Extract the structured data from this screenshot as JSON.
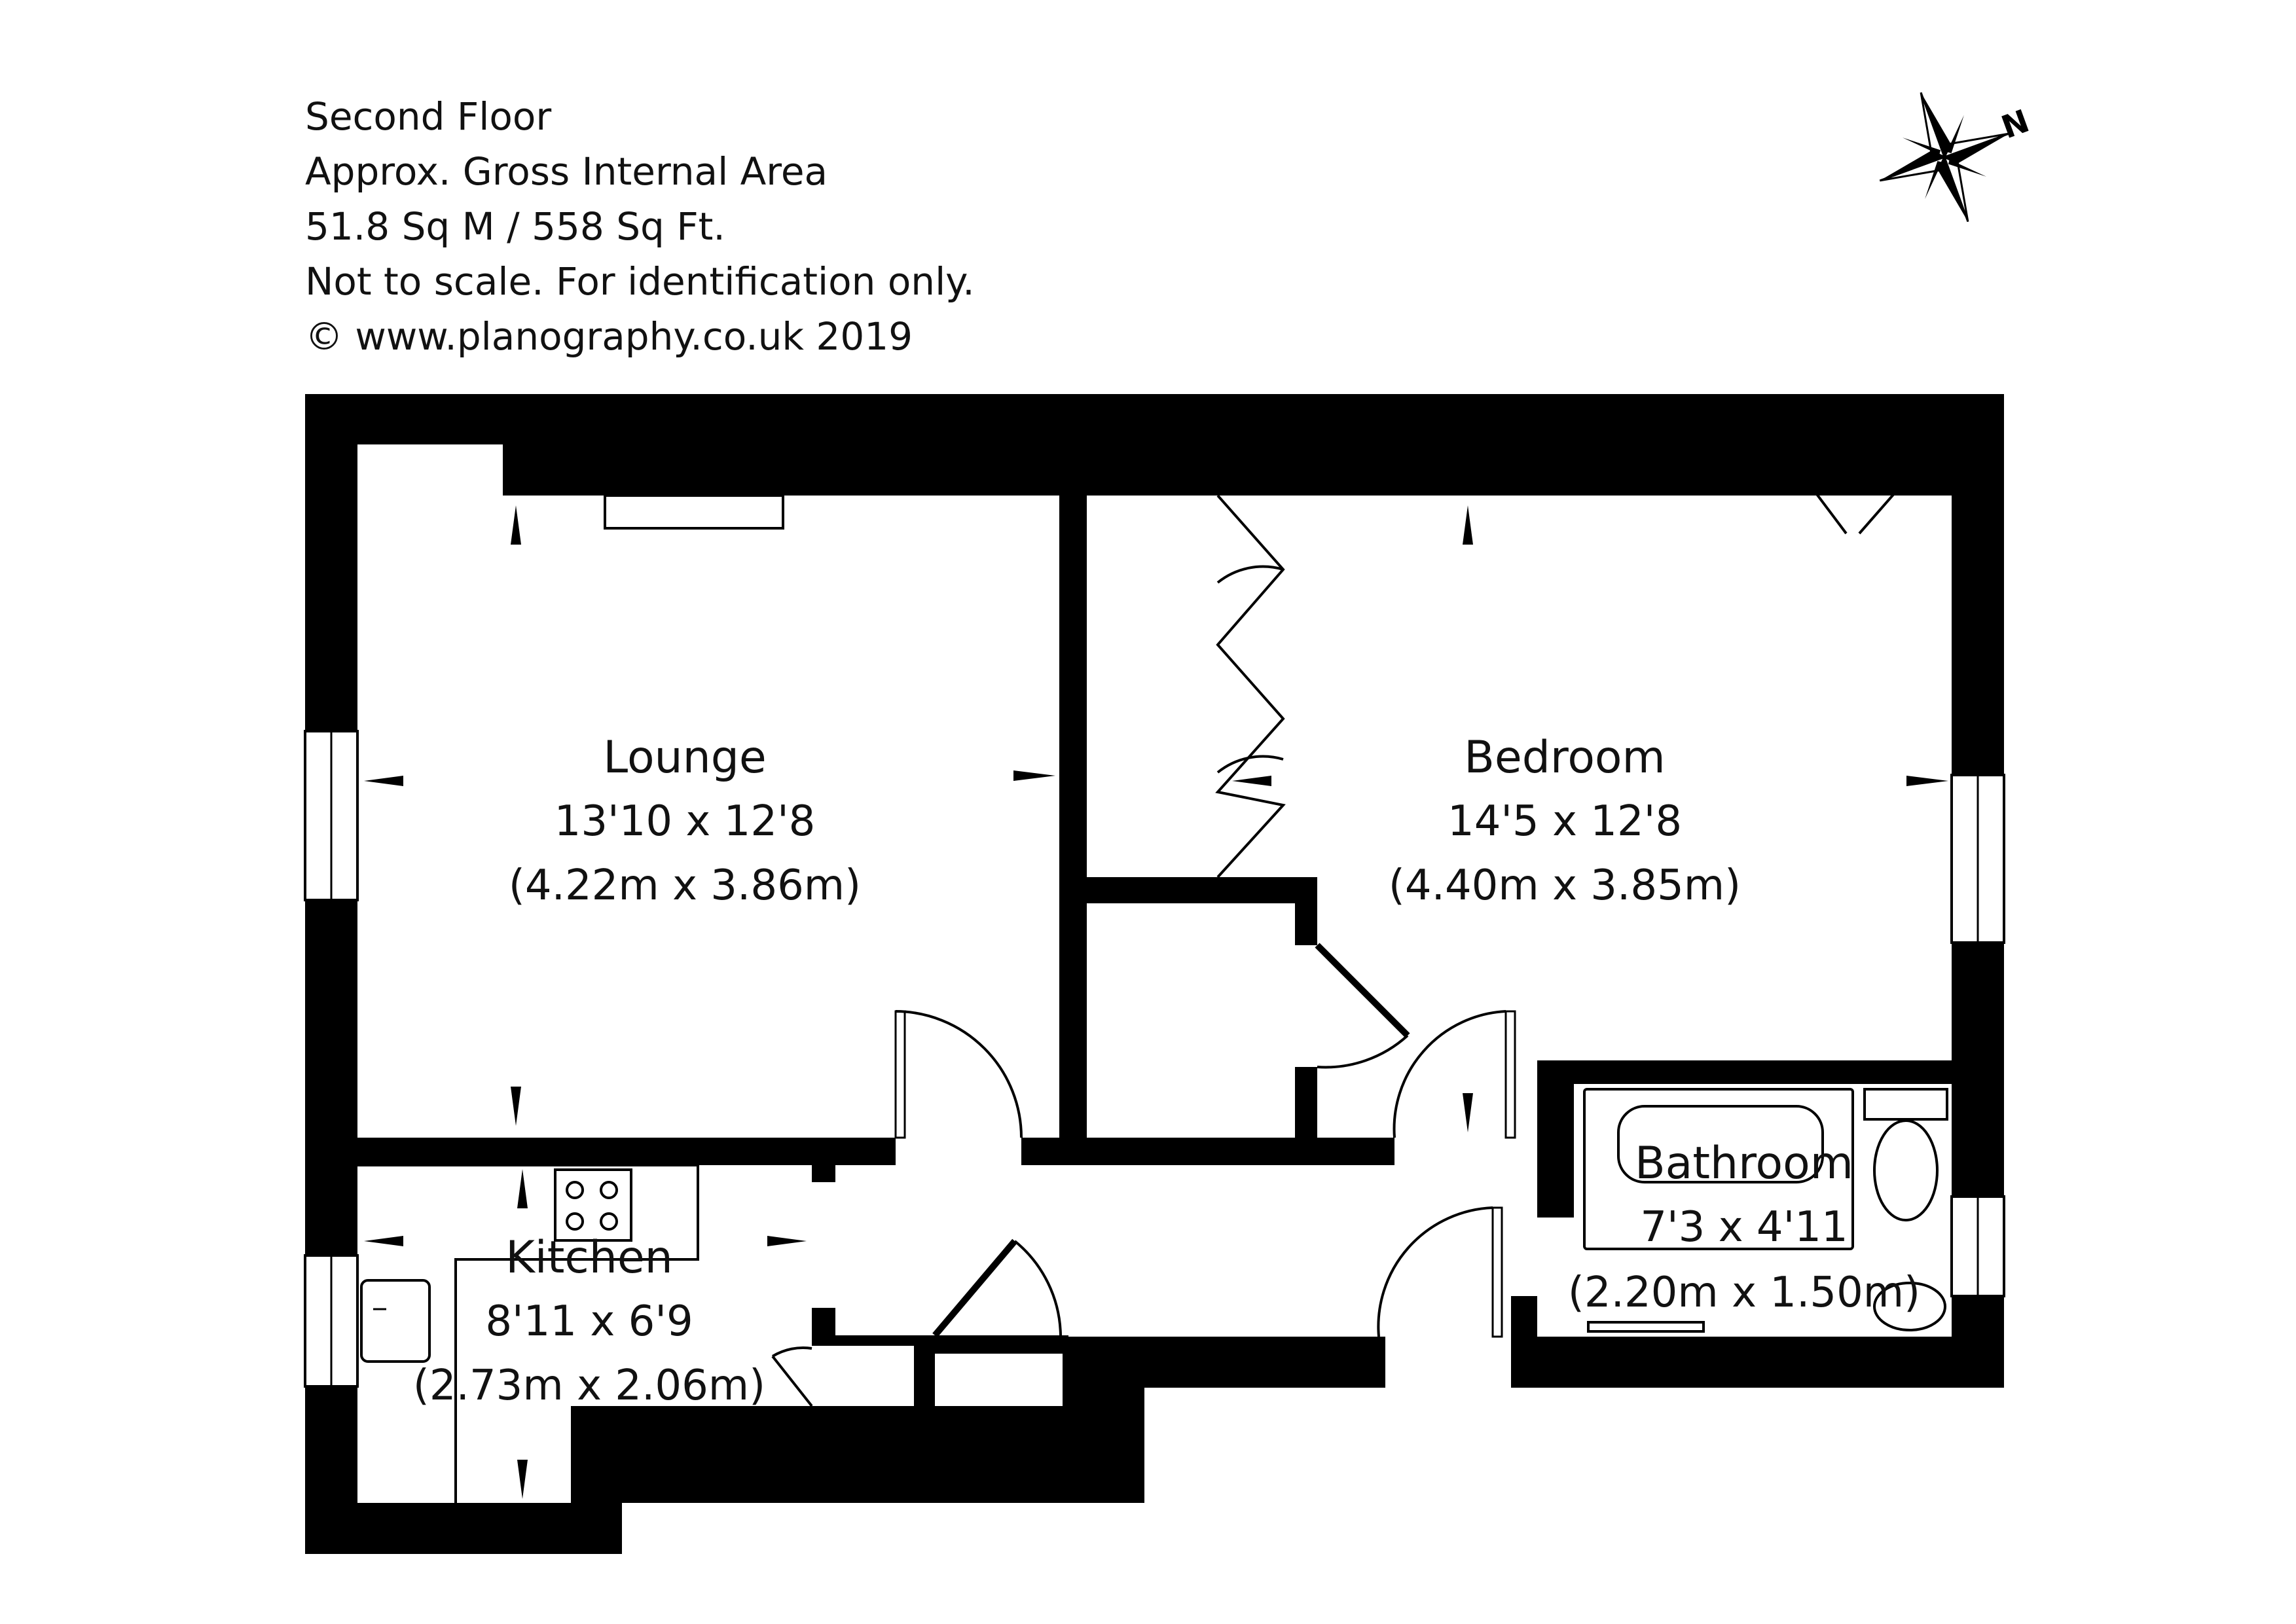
{
  "header": {
    "floor": "Second Floor",
    "area_label": "Approx. Gross Internal Area",
    "area_value": "51.8 Sq M / 558 Sq Ft.",
    "disclaimer": "Not to scale. For identification only.",
    "copyright": "© www.planography.co.uk 2019"
  },
  "compass": {
    "label": "N",
    "icon": "compass-star-icon"
  },
  "rooms": {
    "lounge": {
      "name": "Lounge",
      "imperial": "13'10 x 12'8",
      "metric": "(4.22m x 3.86m)"
    },
    "bedroom": {
      "name": "Bedroom",
      "imperial": "14'5 x 12'8",
      "metric": "(4.40m x 3.85m)"
    },
    "kitchen": {
      "name": "Kitchen",
      "imperial": "8'11 x 6'9",
      "metric": "(2.73m x 2.06m)"
    },
    "bathroom": {
      "name": "Bathroom",
      "imperial": "7'3 x 4'11",
      "metric": "(2.20m x 1.50m)"
    }
  },
  "colors": {
    "wall": "#000000",
    "background": "#ffffff",
    "text": "#111111"
  }
}
